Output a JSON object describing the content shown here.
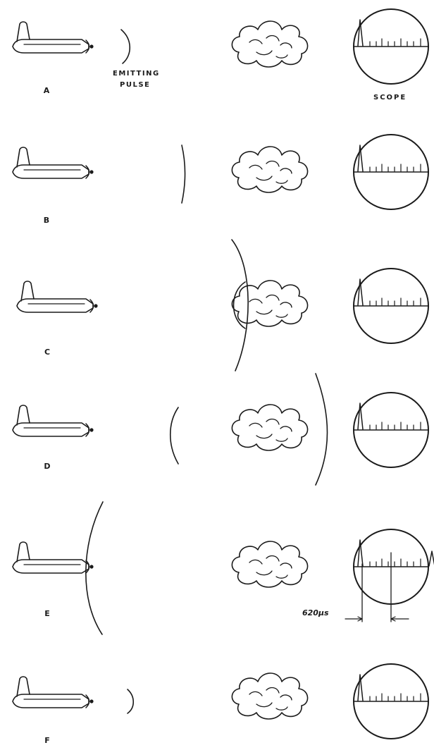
{
  "labels": {
    "emitting": "EMITTING",
    "pulse": "PULSE",
    "scope": "SCOPE",
    "interval": "620µs"
  },
  "panels": [
    {
      "id": "A",
      "letter": "A"
    },
    {
      "id": "B",
      "letter": "B"
    },
    {
      "id": "C",
      "letter": "C"
    },
    {
      "id": "D",
      "letter": "D"
    },
    {
      "id": "E",
      "letter": "E"
    },
    {
      "id": "F",
      "letter": "F"
    }
  ],
  "colors": {
    "ink": "#1a1a1a",
    "paper": "#ffffff"
  },
  "icons": [
    "airplane-icon",
    "cloud-icon",
    "scope-icon"
  ]
}
